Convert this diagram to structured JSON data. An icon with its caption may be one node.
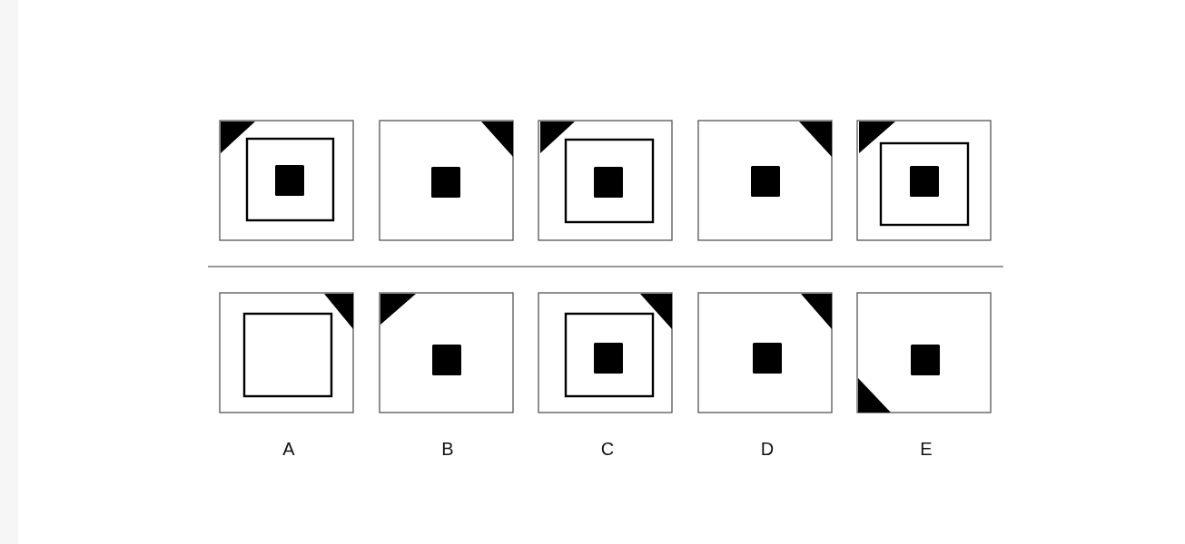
{
  "diagram": {
    "labels": [
      "A",
      "B",
      "C",
      "D",
      "E"
    ]
  }
}
